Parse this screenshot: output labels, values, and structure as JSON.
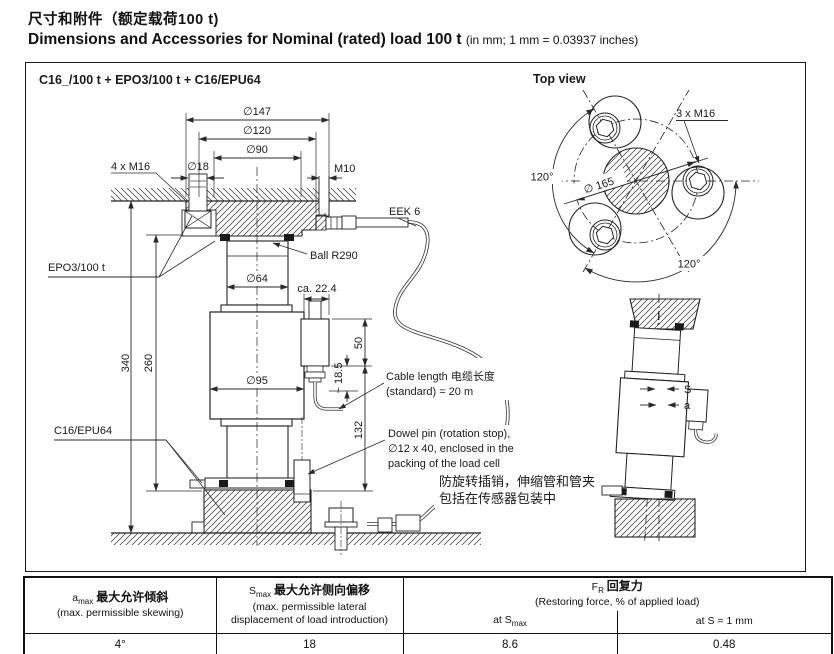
{
  "header": {
    "title_zh": "尺寸和附件（额定载荷100 t)",
    "title_en": "Dimensions and Accessories for Nominal (rated) load 100 t",
    "title_note": "(in mm; 1 mm = 0.03937 inches)"
  },
  "drawing": {
    "assembly_title": "C16_/100 t + EPO3/100 t + C16/EPU64",
    "top_view": {
      "label": "Top view",
      "bolt_note": "3 x M16",
      "bolt_circle": "∅ 165",
      "angle_left": "120°",
      "angle_bottom": "120°"
    },
    "front": {
      "dia147": "∅147",
      "dia120": "∅120",
      "dia90": "∅90",
      "dia18": "∅18",
      "bolt_note": "4 x M16",
      "thread": "M10",
      "dia64": "∅64",
      "dia95": "∅95",
      "height_total": "340",
      "height_cell": "260",
      "conn_width": "ca. 22.4",
      "conn_height": "50",
      "conn_offset": "~ 18.5",
      "cable_height": "132",
      "label_eek6": "EEK 6",
      "label_ball": "Ball R290",
      "label_epo3": "EPO3/100 t",
      "label_epu": "C16/EPU64",
      "cable_note_1": "Cable length 电缆长度",
      "cable_note_2": "(standard) = 20 m",
      "dowel_note_1": "Dowel pin (rotation stop),",
      "dowel_note_2": "∅12 x 40, enclosed in the",
      "dowel_note_3": "packing of the load cell",
      "dowel_note_zh_1": "防旋转插销，伸缩管和管夹",
      "dowel_note_zh_2": "包括在传感器包装中"
    },
    "side": {
      "dim_s": "S",
      "dim_a": "a"
    }
  },
  "table": {
    "col_skew": {
      "sym": "a",
      "sub": "max",
      "zh": "最大允许倾斜",
      "en": "(max. permissible skewing)",
      "value": "4°"
    },
    "col_lateral": {
      "sym": "S",
      "sub": "max",
      "zh": "最大允许侧向偏移",
      "en1": "(max. permissible lateral",
      "en2": "displacement of load introduction)",
      "value": "18"
    },
    "col_restoring": {
      "sym": "F",
      "sub": "R",
      "zh": "回复力",
      "en": "(Restoring force, % of applied load)",
      "at_smax_pre": "at S",
      "at_smax_sub": "max",
      "at_s1": "at S = 1 mm",
      "value_smax": "8.6",
      "value_s1": "0.48"
    }
  }
}
